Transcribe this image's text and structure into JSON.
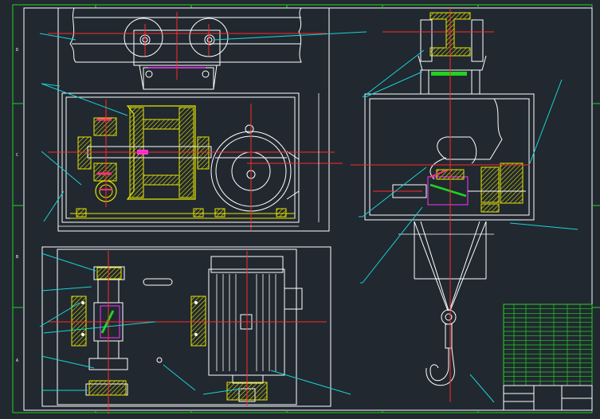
{
  "drawing": {
    "background": "#212830",
    "colors": {
      "outline": "#ffffff",
      "frame": "#22d322",
      "centerline": "#ff2a2a",
      "leader": "#19d3d3",
      "hatch": "#e6e600",
      "accent": "#ff33ff",
      "green_part": "#22d322"
    },
    "border": {
      "zone_marks_left": [
        "D",
        "C",
        "B",
        "A"
      ]
    },
    "views": [
      {
        "id": "front",
        "description_name": "hoist-front-view"
      },
      {
        "id": "top",
        "description_name": "hoist-top-view"
      },
      {
        "id": "side",
        "description_name": "hoist-side-view"
      }
    ],
    "title_block": {
      "table_rows": 18,
      "table_cols": 7
    }
  }
}
